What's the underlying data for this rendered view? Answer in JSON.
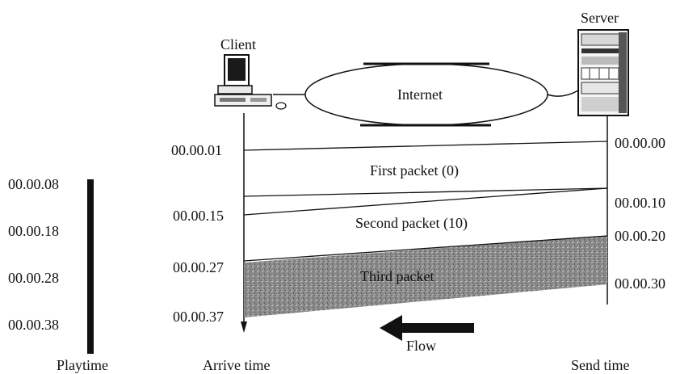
{
  "labels": {
    "client": "Client",
    "server": "Server",
    "internet": "Internet",
    "flow": "Flow"
  },
  "columns": {
    "playtime": "Playtime",
    "arrive_time": "Arrive time",
    "send_time": "Send time"
  },
  "playtime_ticks": [
    "00.00.08",
    "00.00.18",
    "00.00.28",
    "00.00.38"
  ],
  "arrive_ticks": [
    "00.00.01",
    "00.00.15",
    "00.00.27",
    "00.00.37"
  ],
  "send_ticks": [
    "00.00.00",
    "00.00.10",
    "00.00.20",
    "00.00.30"
  ],
  "packets": [
    "First packet (0)",
    "Second packet (10)",
    "Third packet"
  ]
}
